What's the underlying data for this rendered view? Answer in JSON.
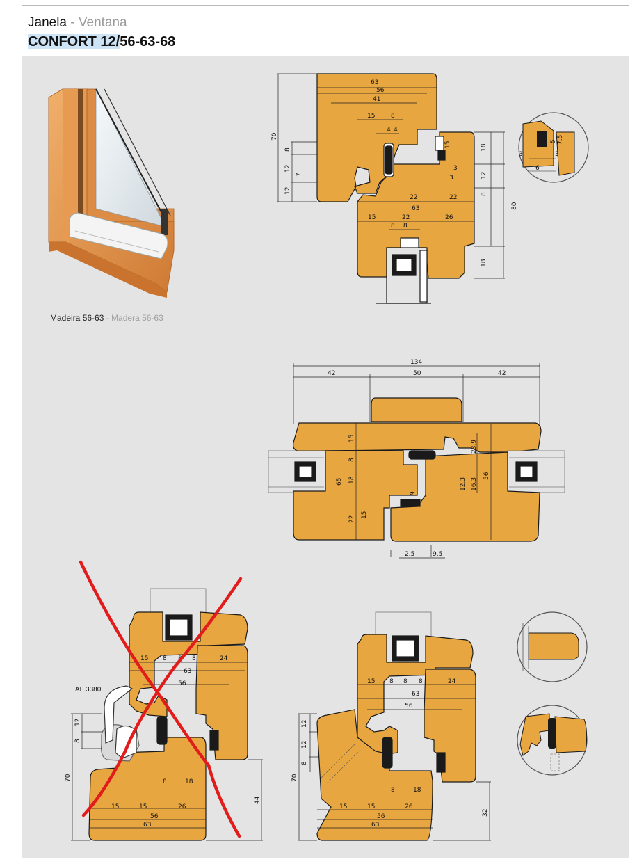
{
  "header": {
    "title_pt": "Janela",
    "title_sep": " - ",
    "title_es": "Ventana",
    "model_hl": "CONFORT 12/",
    "model_rest": "56-63-68"
  },
  "photo_caption": {
    "pt": "Madeira 56-63",
    "sep": " - ",
    "es": "Madera 56-63"
  },
  "colors": {
    "wood": "#e8a640",
    "outline": "#1a1a1a",
    "panel": "#e4e4e4",
    "cross": "#e21b1b",
    "highlight": "#cde3f6"
  },
  "section_top": {
    "dims": [
      "63",
      "56",
      "41",
      "15",
      "8",
      "4",
      "4",
      "70",
      "8",
      "12",
      "7",
      "12",
      "15",
      "3",
      "3",
      "18",
      "12",
      "8",
      "22",
      "22",
      "63",
      "15",
      "22",
      "26",
      "8",
      "8",
      "80",
      "18"
    ],
    "detail_dims": [
      "5",
      "7.5",
      "3",
      "3",
      "6"
    ]
  },
  "section_mid": {
    "dims": [
      "134",
      "42",
      "50",
      "42",
      "15",
      "8",
      "18",
      "65",
      "22",
      "15",
      "9",
      "23.9",
      "12.3",
      "16.3",
      "56",
      "2.5",
      "9.5"
    ]
  },
  "section_bl": {
    "label": "AL.3380",
    "dims": [
      "15",
      "8",
      "8",
      "8",
      "24",
      "63",
      "56",
      "12",
      "8",
      "70",
      "8",
      "18",
      "15",
      "15",
      "26",
      "56",
      "63",
      "44"
    ]
  },
  "section_br": {
    "dims": [
      "15",
      "8",
      "8",
      "8",
      "24",
      "63",
      "56",
      "12",
      "12",
      "8",
      "70",
      "8",
      "18",
      "15",
      "15",
      "26",
      "56",
      "63",
      "32"
    ]
  }
}
